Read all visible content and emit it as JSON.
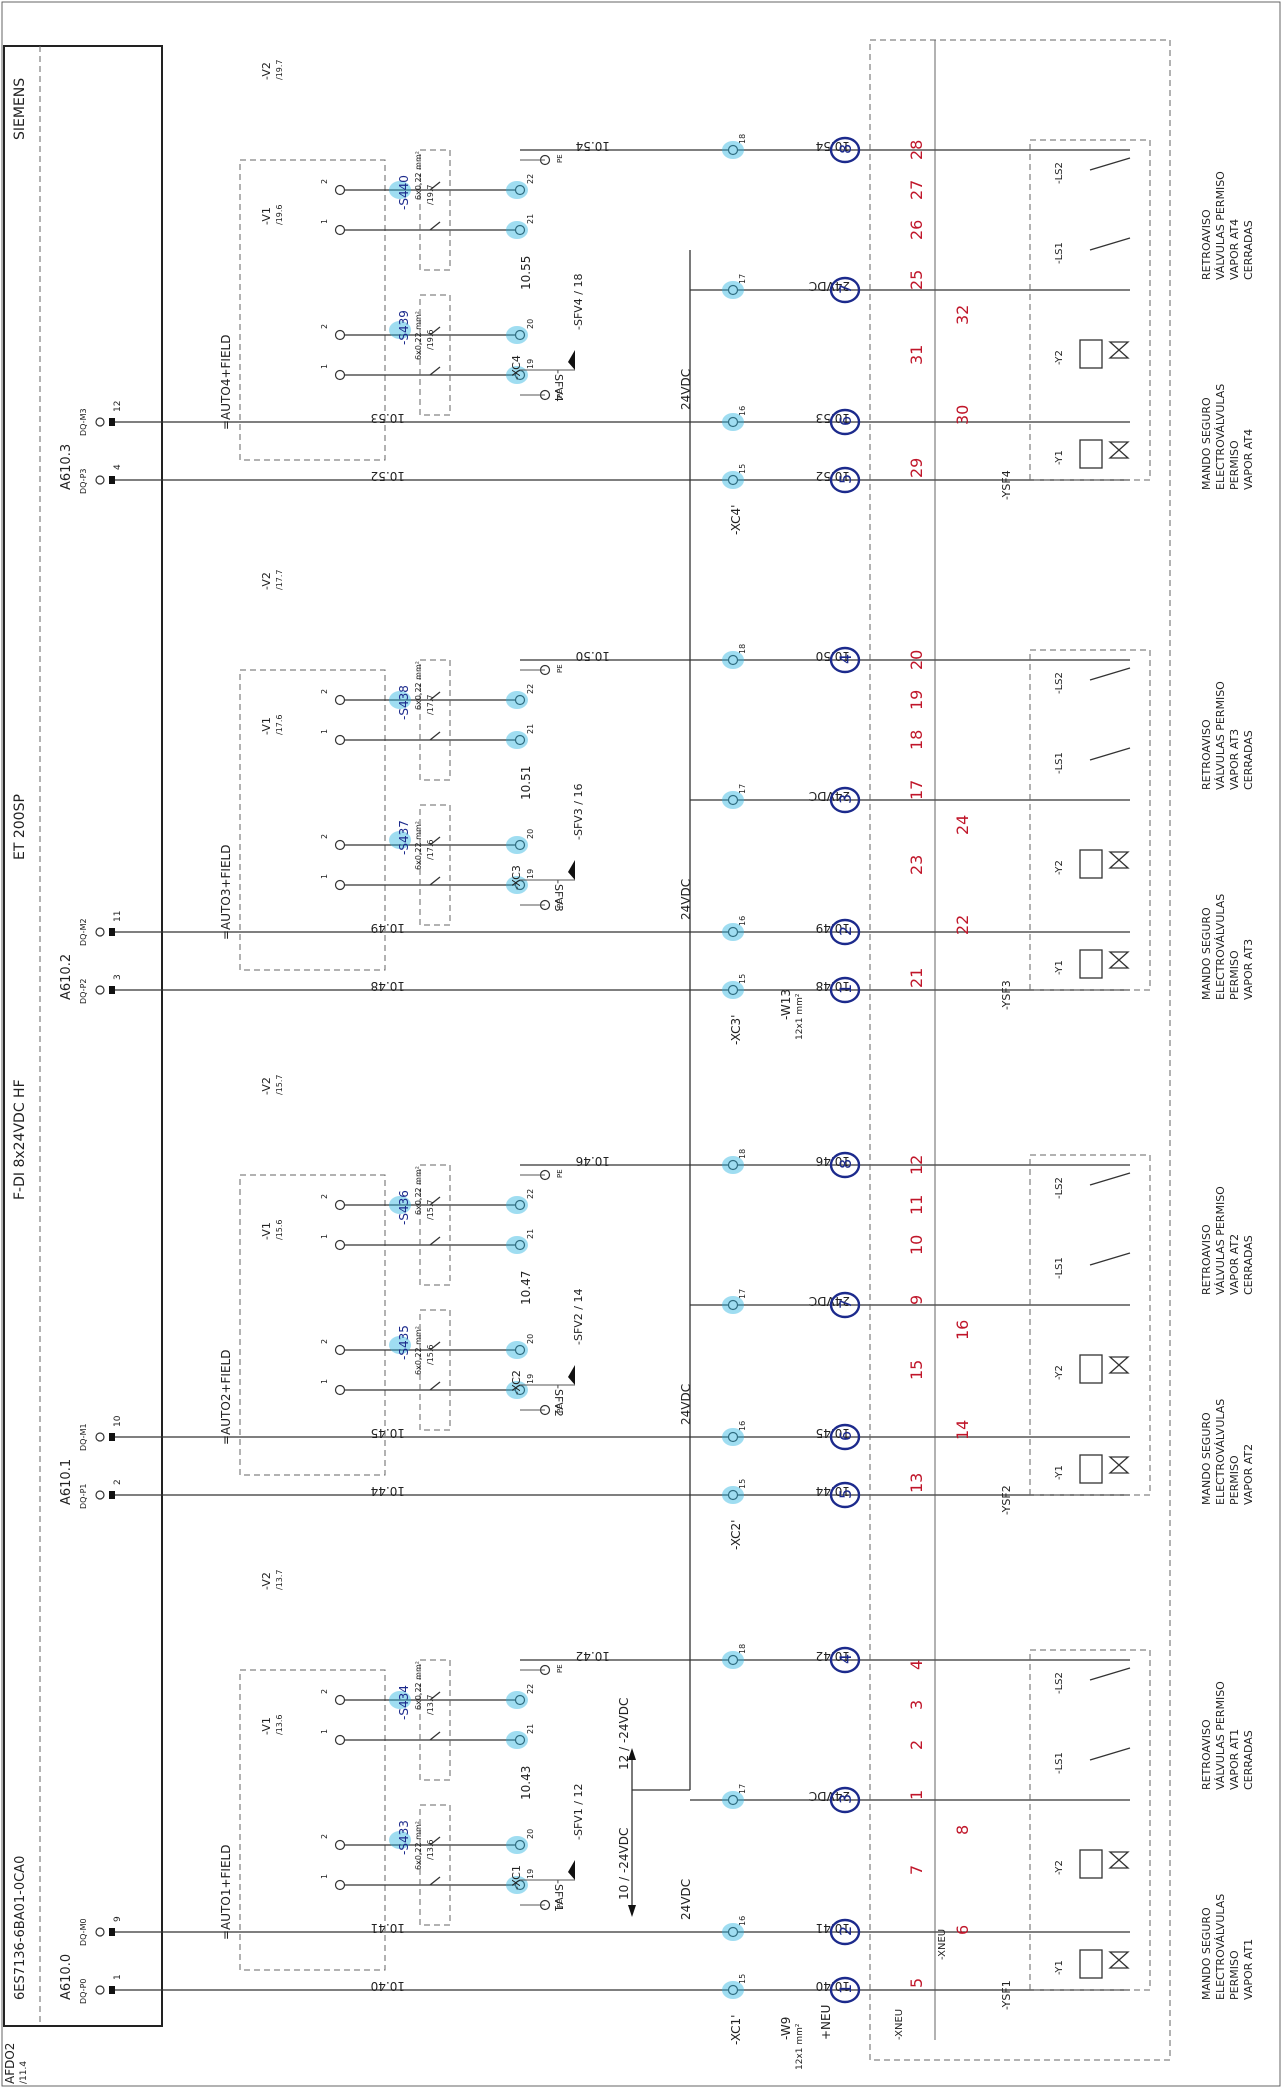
{
  "header": {
    "brand": "SIEMENS",
    "station": "ET 200SP",
    "module": "F-DI 8x24VDC HF",
    "order_no": "6ES7136-6BA01-0CA0",
    "sheet_ref": "AFDO2",
    "sheet_sub": "/11.4"
  },
  "modules": [
    {
      "name": "A610.0",
      "pin_a": "DQ-P0",
      "pin_b": "DQ-M0",
      "n_a": "1",
      "n_b": "9"
    },
    {
      "name": "A610.1",
      "pin_a": "DQ-P1",
      "pin_b": "DQ-M1",
      "n_a": "2",
      "n_b": "10"
    },
    {
      "name": "A610.2",
      "pin_a": "DQ-P2",
      "pin_b": "DQ-M2",
      "n_a": "3",
      "n_b": "11"
    },
    {
      "name": "A610.3",
      "pin_a": "DQ-P3",
      "pin_b": "DQ-M3",
      "n_a": "4",
      "n_b": "12"
    }
  ],
  "groups": [
    {
      "field": "=AUTO1+FIELD",
      "v1": "-V1",
      "v1_ref": "/13.6",
      "v2": "-V2",
      "v2_ref": "/13.7",
      "cable_a": "-S433",
      "cable_a_spec": "6x0,22 mm²",
      "cable_a_ref": "/13.6",
      "cable_b": "-S434",
      "cable_b_spec": "6x0,22 mm²",
      "cable_b_ref": "/13.7",
      "terminal": "-XC1",
      "sfv": "-SFV1",
      "sfv_ref": "-SFV1 / 12",
      "wire_mid": "10.43",
      "wire_p": "10.40",
      "wire_m": "10.41",
      "wire_r": "10.42",
      "ysf": "-YSF1",
      "supply": "24VDC",
      "mando": [
        "MANDO SEGURO",
        "ELECTROVÁLVULAS",
        "PERMISO",
        "VAPOR AT1"
      ],
      "retro": [
        "RETROAVISO",
        "VÁLVULAS PERMISO",
        "VAPOR AT1",
        "CERRADAS"
      ],
      "ink_circled": [
        "1",
        "2",
        "3",
        "4"
      ],
      "ink_labels": [
        "5",
        "6",
        "7",
        "8",
        "1",
        "2",
        "3",
        "4"
      ]
    },
    {
      "field": "=AUTO2+FIELD",
      "v1": "-V1",
      "v1_ref": "/15.6",
      "v2": "-V2",
      "v2_ref": "/15.7",
      "cable_a": "-S435",
      "cable_a_spec": "6x0,22 mm²",
      "cable_a_ref": "/15.6",
      "cable_b": "-S436",
      "cable_b_spec": "6x0,22 mm²",
      "cable_b_ref": "/15.7",
      "terminal": "-XC2",
      "sfv": "-SFV2",
      "sfv_ref": "-SFV2 / 14",
      "wire_mid": "10.47",
      "wire_p": "10.44",
      "wire_m": "10.45",
      "wire_r": "10.46",
      "ysf": "-YSF2",
      "supply": "24VDC",
      "mando": [
        "MANDO SEGURO",
        "ELECTROVÁLVULAS",
        "PERMISO",
        "VAPOR AT2"
      ],
      "retro": [
        "RETROAVISO",
        "VÁLVULAS PERMISO",
        "VAPOR AT2",
        "CERRADAS"
      ],
      "ink_circled": [
        "5",
        "6",
        "7",
        "8"
      ],
      "ink_labels": [
        "13",
        "14",
        "15",
        "16",
        "9",
        "10",
        "11",
        "12"
      ]
    },
    {
      "field": "=AUTO3+FIELD",
      "v1": "-V1",
      "v1_ref": "/17.6",
      "v2": "-V2",
      "v2_ref": "/17.7",
      "cable_a": "-S437",
      "cable_a_spec": "6x0,22 mm²",
      "cable_a_ref": "/17.6",
      "cable_b": "-S438",
      "cable_b_spec": "6x0,22 mm²",
      "cable_b_ref": "/17.7",
      "terminal": "-XC3",
      "sfv": "-SFV3",
      "sfv_ref": "-SFV3 / 16",
      "wire_mid": "10.51",
      "wire_p": "10.48",
      "wire_m": "10.49",
      "wire_r": "10.50",
      "ysf": "-YSF3",
      "supply": "24VDC",
      "mando": [
        "MANDO SEGURO",
        "ELECTROVÁLVULAS",
        "PERMISO",
        "VAPOR AT3"
      ],
      "retro": [
        "RETROAVISO",
        "VÁLVULAS PERMISO",
        "VAPOR AT3",
        "CERRADAS"
      ],
      "ink_circled": [
        "1",
        "2",
        "3",
        "4"
      ],
      "ink_labels": [
        "21",
        "22",
        "23",
        "24",
        "17",
        "18",
        "19",
        "20"
      ]
    },
    {
      "field": "=AUTO4+FIELD",
      "v1": "-V1",
      "v1_ref": "/19.6",
      "v2": "-V2",
      "v2_ref": "/19.7",
      "cable_a": "-S439",
      "cable_a_spec": "6x0,22 mm²",
      "cable_a_ref": "/19.6",
      "cable_b": "-S440",
      "cable_b_spec": "6x0,22 mm²",
      "cable_b_ref": "/19.7",
      "terminal": "-XC4",
      "sfv": "-SFV4",
      "sfv_ref": "-SFV4 / 18",
      "wire_mid": "10.55",
      "wire_p": "10.52",
      "wire_m": "10.53",
      "wire_r": "10.54",
      "ysf": "-YSF4",
      "supply": "24VDC",
      "mando": [
        "MANDO SEGURO",
        "ELECTROVÁLVULAS",
        "PERMISO",
        "VAPOR AT4"
      ],
      "retro": [
        "RETROAVISO",
        "VÁLVULAS PERMISO",
        "VAPOR AT4",
        "CERRADAS"
      ],
      "ink_circled": [
        "5",
        "6",
        "7",
        "8"
      ],
      "ink_labels": [
        "29",
        "30",
        "31",
        "32",
        "25",
        "26",
        "27",
        "28"
      ]
    }
  ],
  "terminal_numbers": [
    "15",
    "16",
    "17",
    "18",
    "19",
    "20",
    "21",
    "22"
  ],
  "misc": {
    "cable_w9": "-W9",
    "cable_w9_spec": "12x1 mm²",
    "cable_w13": "-W13",
    "cable_w13_spec": "12x1 mm²",
    "pe": "PE",
    "neu": "+NEU",
    "xneu": "-XNEU",
    "supply_in": "10 / -24VDC",
    "supply_out": "12 / -24VDC",
    "y1": "-Y1",
    "y2": "-Y2",
    "ls1": "-LS1",
    "ls2": "-LS2",
    "contact_1": "1",
    "contact_2": "2"
  },
  "colors": {
    "ink_red": "#c0162a",
    "ink_navy": "#1c2a8c",
    "highlight": "#2bb3e0"
  }
}
